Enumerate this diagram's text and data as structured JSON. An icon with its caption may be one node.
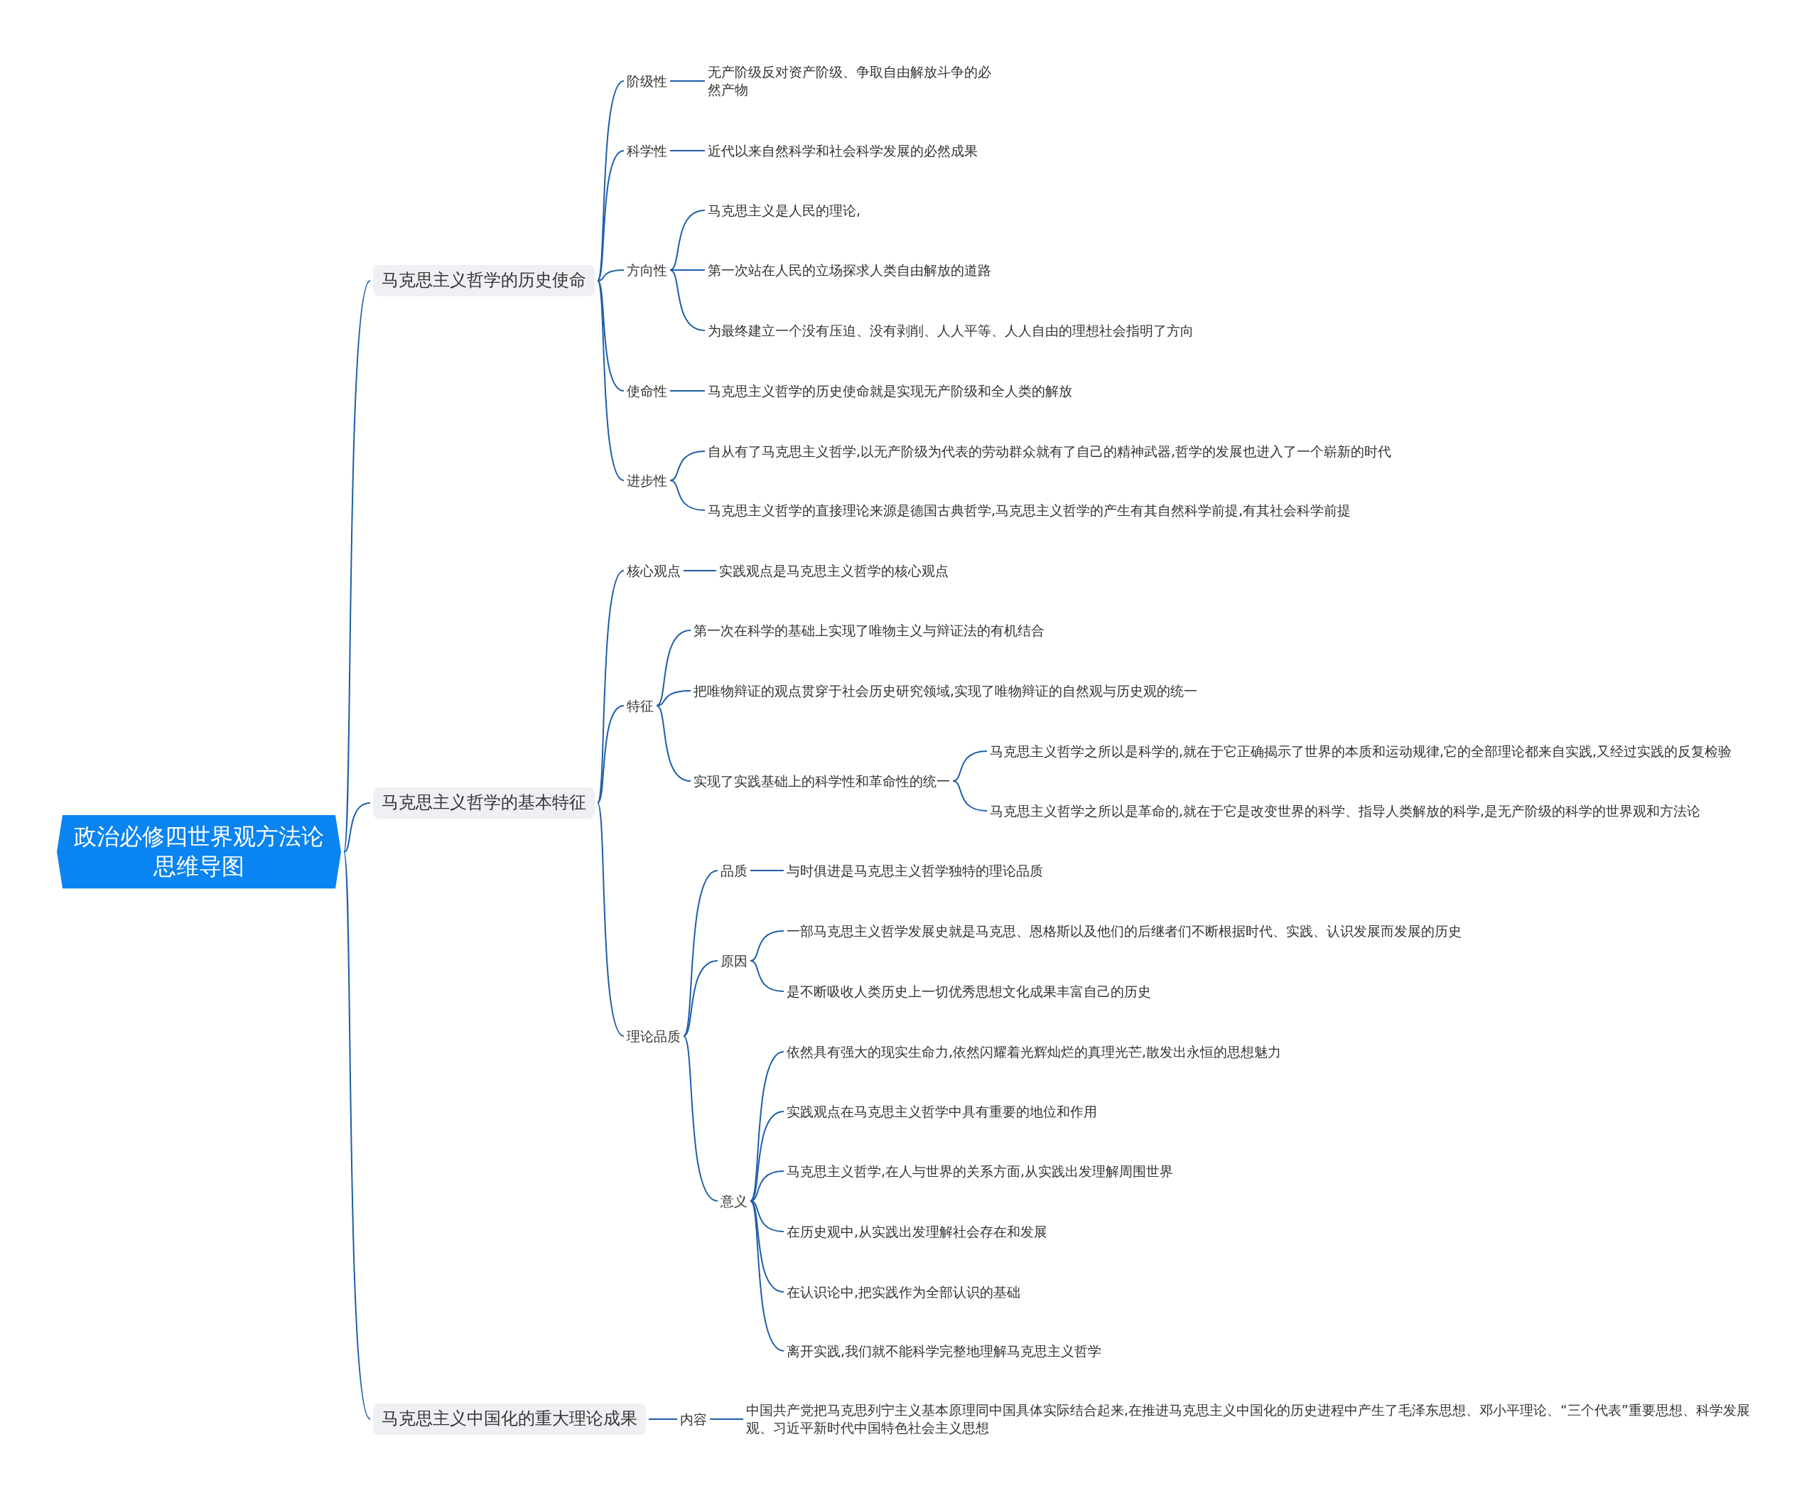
{
  "diagram": {
    "nodes": [
      {
        "text": [
          "政治必修四世界观方法论思维导图"
        ]
      },
      {
        "text": [
          "马克思主义哲学的历史使命"
        ]
      },
      {
        "text": [
          "阶级性"
        ]
      },
      {
        "text": [
          "无产阶级反对资产阶级、争取自由解放斗争的必然产物"
        ]
      },
      {
        "text": [
          "科学性"
        ]
      },
      {
        "text": [
          "近代以来自然科学和社会科学发展的必然成果"
        ]
      },
      {
        "text": [
          "方向性"
        ]
      },
      {
        "text": [
          "马克思主义是人民的理论,"
        ]
      },
      {
        "text": [
          "第一次站在人民的立场探求人类自由解放的道路"
        ]
      },
      {
        "text": [
          "为最终建立一个没有压迫、没有剥削、人人平等、人人自由的理想社会指明了方向"
        ]
      },
      {
        "text": [
          "使命性"
        ]
      },
      {
        "text": [
          "马克思主义哲学的历史使命就是实现无产阶级和全人类的解放"
        ]
      },
      {
        "text": [
          "进步性"
        ]
      },
      {
        "text": [
          "自从有了马克思主义哲学,以无产阶级为代表的劳动群众就有了自己的精神武器,哲学的发展也进入了一个崭新的时代"
        ]
      },
      {
        "text": [
          "马克思主义哲学的直接理论来源是德国古典哲学,马克思主义哲学的产生有其自然科学前提,有其社会科学前提"
        ]
      },
      {
        "text": [
          "马克思主义哲学的基本特征"
        ]
      },
      {
        "text": [
          "核心观点"
        ]
      },
      {
        "text": [
          "实践观点是马克思主义哲学的核心观点"
        ]
      },
      {
        "text": [
          "特征"
        ]
      },
      {
        "text": [
          "第一次在科学的基础上实现了唯物主义与辩证法的有机结合"
        ]
      },
      {
        "text": [
          "把唯物辩证的观点贯穿于社会历史研究领域,实现了唯物辩证的自然观与历史观的统一"
        ]
      },
      {
        "text": [
          "实现了实践基础上的科学性和革命性的统一"
        ]
      },
      {
        "text": [
          "马克思主义哲学之所以是科学的,就在于它正确揭示了世界的本质和运动规律,它的全部理论都来自实践,又经过实践的反复检验"
        ]
      },
      {
        "text": [
          "马克思主义哲学之所以是革命的,就在于它是改变世界的科学、指导人类解放的科学,是无产阶级的科学的世界观和方法论"
        ]
      },
      {
        "text": [
          "理论品质"
        ]
      },
      {
        "text": [
          "品质"
        ]
      },
      {
        "text": [
          "与时俱进是马克思主义哲学独特的理论品质"
        ]
      },
      {
        "text": [
          "原因"
        ]
      },
      {
        "text": [
          "一部马克思主义哲学发展史就是马克思、恩格斯以及他们的后继者们不断根据时代、实践、认识发展而发展的历史"
        ]
      },
      {
        "text": [
          "是不断吸收人类历史上一切优秀思想文化成果丰富自己的历史"
        ]
      },
      {
        "text": [
          "意义"
        ]
      },
      {
        "text": [
          "依然具有强大的现实生命力,依然闪耀着光辉灿烂的真理光芒,散发出永恒的思想魅力"
        ]
      },
      {
        "text": [
          "实践观点在马克思主义哲学中具有重要的地位和作用"
        ]
      },
      {
        "text": [
          "马克思主义哲学,在人与世界的关系方面,从实践出发理解周围世界"
        ]
      },
      {
        "text": [
          "在历史观中,从实践出发理解社会存在和发展"
        ]
      },
      {
        "text": [
          "在认识论中,把实践作为全部认识的基础"
        ]
      },
      {
        "text": [
          "离开实践,我们就不能科学完整地理解马克思主义哲学"
        ]
      },
      {
        "text": [
          "马克思主义中国化的重大理论成果"
        ]
      },
      {
        "text": [
          "内容"
        ]
      },
      {
        "text": [
          "中国共产党把马克思列宁主义基本原理同中国具体实际结合起来,在推进马克思主义中国化的历史进程中产生了毛泽东思想、邓小平理论、“三个代表”重要思想、科学发展观、习近平新时代中国特色社会主义思想"
        ]
      }
    ],
    "edges": [
      {
        "from": 0,
        "to": 1,
        "arrow": "none"
      },
      {
        "from": 1,
        "to": 2,
        "arrow": "none"
      },
      {
        "from": 2,
        "to": 3,
        "arrow": "none"
      },
      {
        "from": 1,
        "to": 4,
        "arrow": "none"
      },
      {
        "from": 4,
        "to": 5,
        "arrow": "none"
      },
      {
        "from": 1,
        "to": 6,
        "arrow": "none"
      },
      {
        "from": 6,
        "to": 7,
        "arrow": "none"
      },
      {
        "from": 6,
        "to": 8,
        "arrow": "none"
      },
      {
        "from": 6,
        "to": 9,
        "arrow": "none"
      },
      {
        "from": 1,
        "to": 10,
        "arrow": "none"
      },
      {
        "from": 10,
        "to": 11,
        "arrow": "none"
      },
      {
        "from": 1,
        "to": 12,
        "arrow": "none"
      },
      {
        "from": 12,
        "to": 13,
        "arrow": "none"
      },
      {
        "from": 12,
        "to": 14,
        "arrow": "none"
      },
      {
        "from": 0,
        "to": 15,
        "arrow": "none"
      },
      {
        "from": 15,
        "to": 16,
        "arrow": "none"
      },
      {
        "from": 16,
        "to": 17,
        "arrow": "none"
      },
      {
        "from": 15,
        "to": 18,
        "arrow": "none"
      },
      {
        "from": 18,
        "to": 19,
        "arrow": "none"
      },
      {
        "from": 18,
        "to": 20,
        "arrow": "none"
      },
      {
        "from": 18,
        "to": 21,
        "arrow": "none"
      },
      {
        "from": 21,
        "to": 22,
        "arrow": "none"
      },
      {
        "from": 21,
        "to": 23,
        "arrow": "none"
      },
      {
        "from": 15,
        "to": 24,
        "arrow": "none"
      },
      {
        "from": 24,
        "to": 25,
        "arrow": "none"
      },
      {
        "from": 25,
        "to": 26,
        "arrow": "none"
      },
      {
        "from": 24,
        "to": 27,
        "arrow": "none"
      },
      {
        "from": 27,
        "to": 28,
        "arrow": "none"
      },
      {
        "from": 27,
        "to": 29,
        "arrow": "none"
      },
      {
        "from": 24,
        "to": 30,
        "arrow": "none"
      },
      {
        "from": 30,
        "to": 31,
        "arrow": "none"
      },
      {
        "from": 30,
        "to": 32,
        "arrow": "none"
      },
      {
        "from": 30,
        "to": 33,
        "arrow": "none"
      },
      {
        "from": 30,
        "to": 34,
        "arrow": "none"
      },
      {
        "from": 30,
        "to": 35,
        "arrow": "none"
      },
      {
        "from": 30,
        "to": 36,
        "arrow": "none"
      },
      {
        "from": 0,
        "to": 37,
        "arrow": "none"
      },
      {
        "from": 37,
        "to": 38,
        "arrow": "none"
      },
      {
        "from": 38,
        "to": 39,
        "arrow": "none"
      }
    ]
  }
}
